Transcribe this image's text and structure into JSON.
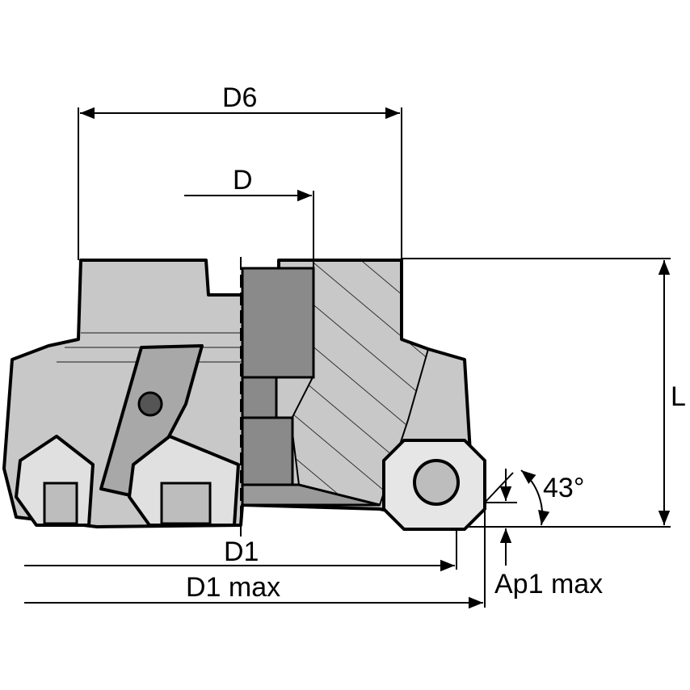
{
  "drawing": {
    "labels": {
      "d6": "D6",
      "d": "D",
      "l": "L",
      "angle": "43°",
      "d1": "D1",
      "d1_max": "D1 max",
      "ap1_max": "Ap1 max"
    },
    "colors": {
      "body": "#c8c8c8",
      "dark": "#8a8a8a",
      "outline": "#000000",
      "background": "#ffffff"
    }
  }
}
